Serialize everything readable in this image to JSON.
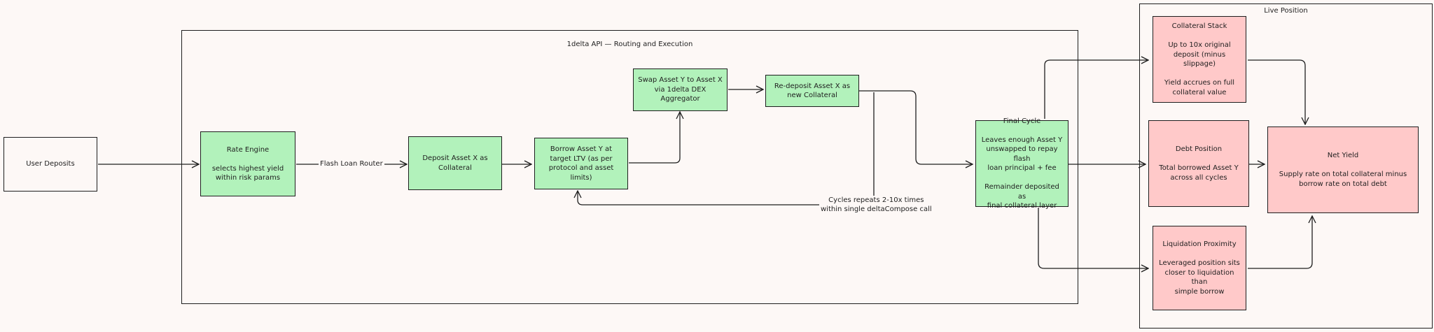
{
  "frames": {
    "api": "1delta API — Routing and Execution",
    "live": "Live Position"
  },
  "nodes": {
    "user_deposits": "User Deposits",
    "rate_engine": "Rate Engine\n\nselects highest yield\nwithin risk params",
    "deposit_x": "Deposit Asset X as\nCollateral",
    "borrow_y": "Borrow Asset Y at\ntarget LTV (as per\nprotocol and asset\nlimits)",
    "swap_y_x": "Swap Asset Y to Asset X\nvia 1delta DEX\nAggregator",
    "redeposit_x": "Re-deposit Asset X as\nnew Collateral",
    "final_cycle": "Final Cycle\n\nLeaves enough Asset Y\nunswapped to repay flash\nloan principal + fee\n\nRemainder deposited as\nfinal collateral layer",
    "collateral_stack": "Collateral Stack\n\nUp to 10x original\ndeposit (minus slippage)\n\nYield accrues on full\ncollateral value",
    "debt_position": "Debt Position\n\nTotal borrowed Asset Y\nacross all cycles",
    "liquidation_proximity": "Liquidation Proximity\n\nLeveraged position sits\ncloser to liquidation than\nsimple borrow",
    "net_yield": "Net Yield\n\nSupply rate on total collateral minus\nborrow rate on total debt"
  },
  "edge_labels": {
    "flash_loan_router": "Flash Loan Router",
    "cycles_repeat": "Cycles repeats 2-10x times\nwithin single deltaCompose call"
  },
  "colors": {
    "background": "#fdf8f6",
    "stroke": "#1e1e1e",
    "green_fill": "#b2f2bb",
    "pink_fill": "#ffc9c9"
  }
}
